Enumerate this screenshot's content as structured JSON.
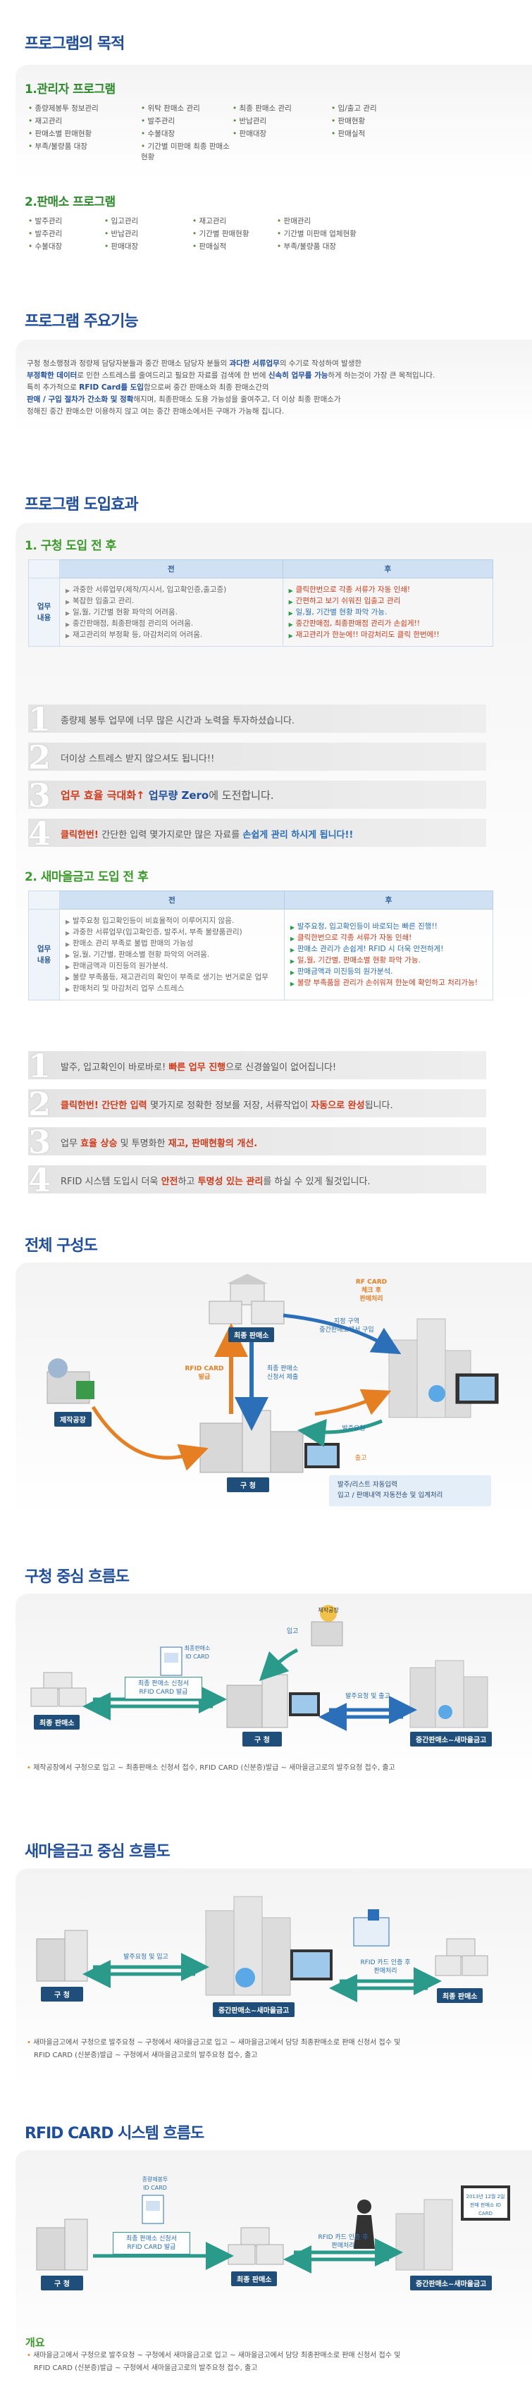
{
  "s1": {
    "title": "프로그램의 목적",
    "sub1": "1.관리자 프로그램",
    "admin_items": [
      "종량제봉투 정보관리",
      "위탁 판매소 관리",
      "최종 판매소 관리",
      "입/출고 관리",
      "재고관리",
      "발주관리",
      "반납관리",
      "판매현황",
      "판매소별 판매현황",
      "수불대장",
      "판매대장",
      "판매실적",
      "부족/불량품 대장",
      "기간별 미판매 최종 판매소 현황"
    ],
    "sub2": "2.판매소 프로그램",
    "shop_items": [
      "발주관리",
      "입고관리",
      "재고관리",
      "판매관리",
      "발주관리",
      "반납관리",
      "기간별 판매현황",
      "기간별 미판매 업체현황",
      "수불대장",
      "판매대장",
      "판매실적",
      "부족/불량품 대장"
    ]
  },
  "s2": {
    "title": "프로그램 주요기능",
    "lines": [
      "구청 청소행정과 정량제 담당자분들과 중간 판매소 담당자 분들의 ",
      "과다한 서류업무",
      "의 수기로 작성하여 발생한",
      "부정확한 데이터",
      "로 인한 스트레스를 줄여드리고 필요한 자료를 검색에 한 번에 ",
      "신속히 업무를 가능",
      "하게 하는것이 가장 큰 목적입니다.",
      "특히 추가적으로 ",
      "RFID Card를 도입",
      "함으로써 중간 판매소와 최종 판매소간의",
      "판매 / 구입 절차가 간소화 및 정확",
      "해지며, 최종판매소 도용 가능성을 줄여주고, 더 이상 최종 판매소가",
      "정해진 중간 판매소만 이용하지 않고 여는 중간 판매소에서든 구매가 가능해 집니다."
    ]
  },
  "s3": {
    "title": "프로그램 도입효과",
    "sub1": "1. 구청 도입 전 후",
    "before_h": "전",
    "after_h": "후",
    "row_h": "업무 내용",
    "before1": [
      "과중한 서류업무(제작/지시서, 입고확인증,출고증)",
      "복잡한 입출고 관리.",
      "일,월, 기간별 현황 파악의 어려움.",
      "중간판매점, 최종판매점 관리의 어려움.",
      "재고관리의 부정확 등, 마감처리의 어려움."
    ],
    "after1": [
      "클릭한번으로 각종 서류가 자동 인쇄!",
      "간편하고 보기 쉬워진 입출고 관리",
      "일,월, 기간별 현황 파악 가능.",
      "중간판매점, 최종판매점 관리가 손쉽게!!",
      "재고관리가 한눈에!! 마감처리도 클릭 한번에!!"
    ],
    "bars1": [
      {
        "n": "1",
        "a": "종량제 봉투 업무에 너무 많은 시간과 노력을 투자하셨습니다.",
        "b": "",
        "c": "",
        "d": ""
      },
      {
        "n": "2",
        "a": "더이상 스트레스 받지 않으셔도 됩니다!!",
        "b": "",
        "c": "",
        "d": ""
      },
      {
        "n": "3",
        "a": "",
        "b": "업무 효율 극대화↑ ",
        "c": "업무량 Zero",
        "d": "에 도전합니다."
      },
      {
        "n": "4",
        "a": "",
        "b": "클릭한번! ",
        "c": "간단한 입력 몇가지로만 많은 자료를 ",
        "d": "손쉽게 관리 하시게 됩니다!!"
      }
    ],
    "sub2": "2. 새마을금고 도입 전 후",
    "before2": [
      "발주요청 입고확인등이 비효율적이 이루어지지 않음.",
      "과중한 서류업무(입고확인증, 발주서, 부족 불량품관리)",
      "판매소 관리 부족로 불법 판매의 가능성",
      "일,월, 기간별, 판매소별 현황 파악의 어려움.",
      "판매금액과 미진등의 원가분석.",
      "불량 부족품등, 재고관리의 확인이 부족로 생기는 번거로운 업무",
      "판매처리 및 마감처리 업무 스트레스"
    ],
    "after2": [
      "발주요청, 입고확인등이 바로되는 빠른 진행!!",
      "클릭한번으로 각종 서류가 자동 인쇄!",
      "판매소 관리가 손쉽게! RFID 시 더욱 안전하게!",
      "일,월, 기간별, 판매소별 현황 파악 가능.",
      "판매금액과 미진등의 원가분석.",
      "불량 부족품을 관리가 손쉬워져 한눈에 확인하고 처리가능!"
    ],
    "bars2": [
      {
        "n": "1",
        "a": "발주, 입고확인이 바로바로! ",
        "b": "빠른 업무 진행",
        "c": "으로 신경쓸일이 없어집니다!"
      },
      {
        "n": "2",
        "a": "",
        "b": "클릭한번! 간단한 입력 ",
        "c": "몇가지로 정확한 정보를 저장, 서류작업이 ",
        "d": "자동으로 완성",
        "e": "됩니다."
      },
      {
        "n": "3",
        "a": "업무 ",
        "b": "효율 상승",
        "c": " 및 투명화한 ",
        "d": "재고, 판매현황의 개선."
      },
      {
        "n": "4",
        "a": "RFID 시스템 도입시 더욱 ",
        "b": "안전",
        "c": "하고 ",
        "d": "투명성 있는 관리",
        "e": "를 하실 수 있게 될것입니다."
      }
    ]
  },
  "s4": {
    "title": "전체 구성도",
    "center": "최종 판매소",
    "rf_note": "RF CARD\n체크 후\n판매처리",
    "agent_note": "지정 구역\n중간판매소에서 구입",
    "rfid_issue": "RFID CARD\n발급",
    "apply": "최종 판매소\n신청서 제출",
    "factory": "제작공장",
    "gu": "구 청",
    "order": "발주요청",
    "out": "출고",
    "legend1": "발주/리스트 자동입력",
    "legend2": "입고 / 판매내역 자동전송 및 입계처리"
  },
  "s5": {
    "title": "구청 중심 흐름도",
    "in_lbl": "입고",
    "factory": "제작공장",
    "card": "최종판매소\nID CARD",
    "apply": "최종 판매소 신청서\nRFID CARD 발급",
    "shop": "최종 판매소",
    "gu": "구 청",
    "order": "발주요청 및 출고",
    "mid": "중간판매소~새마을금고",
    "caption": "제작공장에서 구청으로 입고 ~ 최종판매소 신청서 접수, RFID CARD (신분증)발급 ~ 새마을금고로의 발주요청 접수, 출고"
  },
  "s6": {
    "title": "새마을금고 중심 흐름도",
    "gu": "구 청",
    "order_in": "발주요청 및 입고",
    "mid": "중간판매소~새마을금고",
    "rfid_sell": "RFID 카드 인증 후\n판매처리",
    "shop": "최종 판매소",
    "caption1": "새마을금고에서 구청으로 발주요청 ~ 구청에서 새마을금고로 입고 ~ 새마을금고에서 담당 최종판매소로 판매 신청서 접수 및",
    "caption2": "RFID CARD (신분증)발급 ~ 구청에서 새마을금고로의 발주요청 접수, 출고"
  },
  "s7": {
    "title": "RFID CARD 시스템 흐름도",
    "gu": "구 청",
    "card": "종량제봉투\nID CARD",
    "apply": "최종 판매소 신청서\nRFID CARD 발급",
    "shop": "최종 판매소",
    "rfid_sell": "RFID 카드 인증 후\n판매처리",
    "mid": "중간판매소~새마을금고",
    "screen": "2013년 12월 2일\n판매 판매소 ID CARD",
    "overview": "개요",
    "cap1": "새마을금고에서 구청으로 발주요청 ~ 구청에서 새마을금고로 입고 ~ 새마을금고에서 담당 최종판매소로 판매 신청서 접수 및",
    "cap2": "RFID CARD (신분증)발급 ~ 구청에서 새마을금고로의 발주요청 접수, 출고"
  },
  "colors": {
    "title_blue": "#1f4e9e",
    "green": "#2e8b2e",
    "accent_red": "#d23a1a",
    "accent_orange": "#e67e22",
    "teal": "#2a9a8a"
  }
}
